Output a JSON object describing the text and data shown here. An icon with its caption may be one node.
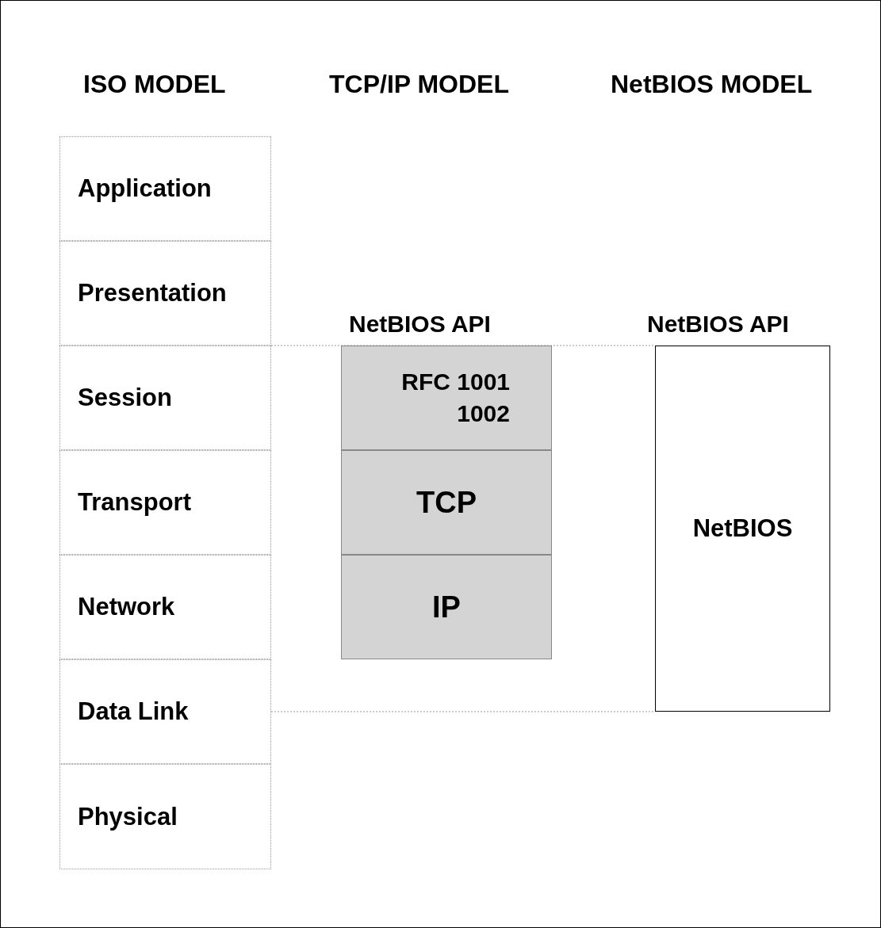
{
  "diagram": {
    "nodes": [
      {
        "text": [
          "Application"
        ]
      },
      {
        "text": [
          "Presentation"
        ]
      },
      {
        "text": [
          "Session"
        ]
      },
      {
        "text": [
          "Transport"
        ]
      },
      {
        "text": [
          "Network"
        ]
      },
      {
        "text": [
          "Data Link"
        ]
      },
      {
        "text": [
          "Physical"
        ]
      },
      {
        "text": [
          "RFC 1001 1002"
        ]
      },
      {
        "text": [
          "TCP"
        ]
      },
      {
        "text": [
          "IP"
        ]
      },
      {
        "text": [
          "NetBIOS"
        ]
      }
    ],
    "edges": [],
    "labels": [
      "ISO MODEL",
      "TCP/IP MODEL",
      "NetBIOS MODEL",
      "NetBIOS API",
      "NetBIOS API"
    ]
  }
}
